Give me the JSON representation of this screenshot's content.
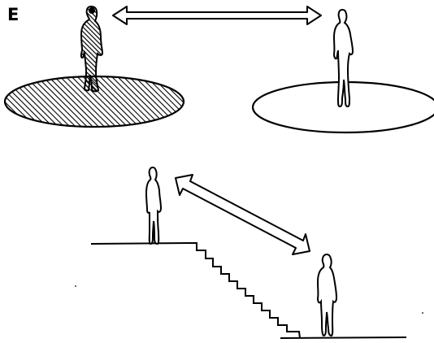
{
  "figure": {
    "label": "E",
    "ink_color": "#000000",
    "paper_color": "#ffffff"
  },
  "scenes": [
    {
      "id": "platform-comparison",
      "elements": [
        "shaded-platform-disc",
        "figure-on-shaded-disc",
        "double-arrow",
        "plain-platform-disc",
        "figure-on-plain-disc"
      ]
    },
    {
      "id": "stair-level-change",
      "elements": [
        "upper-level-ground",
        "figure-on-upper-level",
        "staircase",
        "lower-level-ground",
        "figure-on-lower-level",
        "double-arrow"
      ]
    }
  ]
}
